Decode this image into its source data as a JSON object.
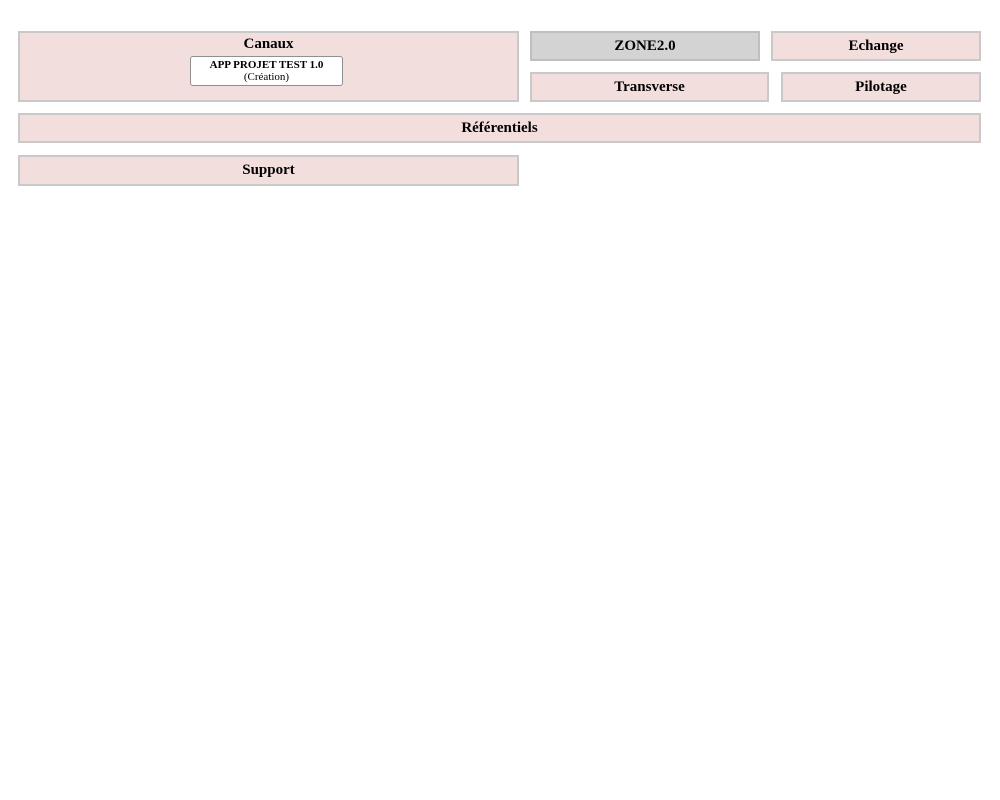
{
  "colors": {
    "page_background": "#ffffff",
    "zone_pink_fill": "#f3dede",
    "zone_pink_border": "#c9c9c9",
    "zone_grey_fill": "#d3d3d3",
    "zone_grey_border": "#bfbfbf",
    "app_node_fill": "#ffffff",
    "app_node_border": "#8f8f8f",
    "text": "#000000"
  },
  "zones": {
    "canaux": {
      "label": "Canaux",
      "app": {
        "name": "APP PROJET TEST 1.0",
        "status": "(Création)"
      }
    },
    "zone2": {
      "label": "ZONE2.0"
    },
    "echange": {
      "label": "Echange"
    },
    "transverse": {
      "label": "Transverse"
    },
    "pilotage": {
      "label": "Pilotage"
    },
    "referentiels": {
      "label": "Référentiels"
    },
    "support": {
      "label": "Support"
    }
  }
}
